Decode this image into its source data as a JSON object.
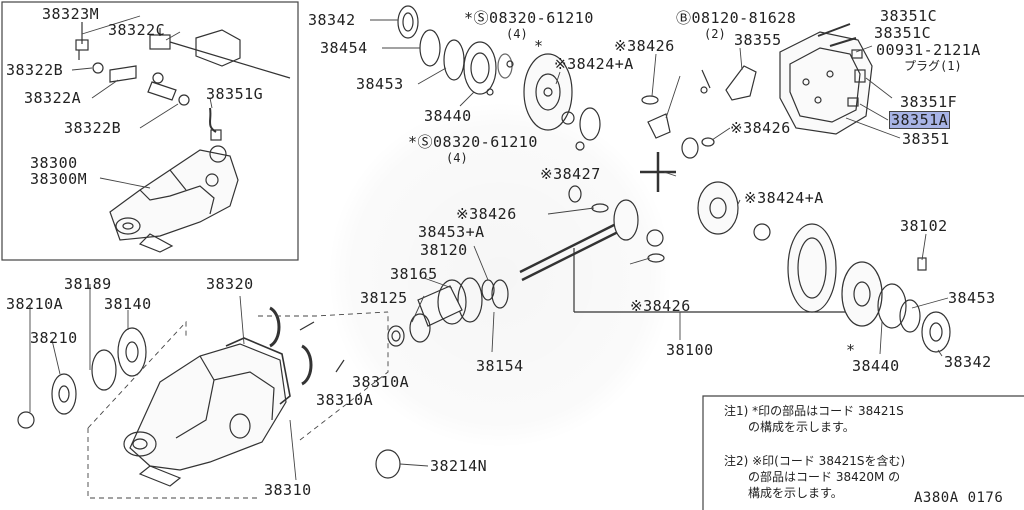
{
  "labels": {
    "l_38323M": "38323M",
    "l_38322C": "38322C",
    "l_38322B_a": "38322B",
    "l_38322A": "38322A",
    "l_38351G": "38351G",
    "l_38322B_b": "38322B",
    "l_38300": "38300",
    "l_38300M": "38300M",
    "l_38342_a": "38342",
    "l_38454": "38454",
    "l_38453_a": "38453",
    "l_38440_a": "38440",
    "l_screw_top": "*Ⓢ08320-61210",
    "l_screw_top_qty": "(4)",
    "l_screw_bot": "*Ⓢ08320-61210",
    "l_screw_bot_qty": "(4)",
    "l_38424A_a": "※38424+A",
    "l_38426_a": "※38426",
    "l_star_mark": "*",
    "l_bolt": "Ⓑ08120-81628",
    "l_bolt_qty": "(2)",
    "l_38355": "38355",
    "l_38351C_a": "38351C",
    "l_38351C_b": "38351C",
    "l_plug": "00931-2121A",
    "l_plug_jp": "プラグ(1)",
    "l_38351F": "38351F",
    "l_38351A": "38351A",
    "l_38351": "38351",
    "l_38426_b": "※38426",
    "l_38427": "※38427",
    "l_38426_c": "※38426",
    "l_38424A_b": "※38424+A",
    "l_38453A": "38453+A",
    "l_38120": "38120",
    "l_38165": "38165",
    "l_38125": "38125",
    "l_38154": "38154",
    "l_38426_d": "※38426",
    "l_38100": "38100",
    "l_38102": "38102",
    "l_38453_b": "38453",
    "l_38440_b": "38440",
    "l_38342_b": "38342",
    "l_star2": "*",
    "l_38320": "38320",
    "l_38189": "38189",
    "l_38210A": "38210A",
    "l_38140": "38140",
    "l_38210": "38210",
    "l_38310A_a": "38310A",
    "l_38310A_b": "38310A",
    "l_38310": "38310",
    "l_38214N": "38214N"
  },
  "notes": {
    "n1_line1": "注1) *印の部品はコード 38421S",
    "n1_line2": "の構成を示します。",
    "n2_line1": "注2) ※印(コード 38421Sを含む)",
    "n2_line2": "の部品はコード 38420M の",
    "n2_line3": "構成を示します。"
  },
  "ref_code": "A380A 0176",
  "highlight_part": "38351A"
}
